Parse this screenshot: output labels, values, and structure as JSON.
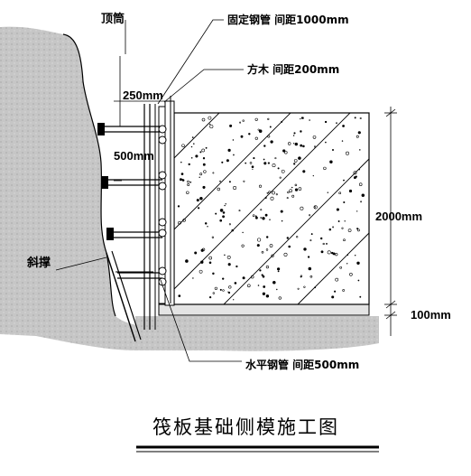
{
  "labels": {
    "top_tube": "顶筒",
    "fixed_pipe": "固定钢管 间距1000mm",
    "timber": "方木 间距200mm",
    "dim_250": "250mm",
    "dim_500": "500mm",
    "dim_2000": "2000mm",
    "dim_100": "100mm",
    "brace": "斜撑",
    "horizontal_pipe": "水平钢管 间距500mm"
  },
  "title": "筏板基础侧模施工图",
  "colors": {
    "rock": "#c9c9c9",
    "line": "#000000",
    "concrete_bg": "#ffffff"
  }
}
